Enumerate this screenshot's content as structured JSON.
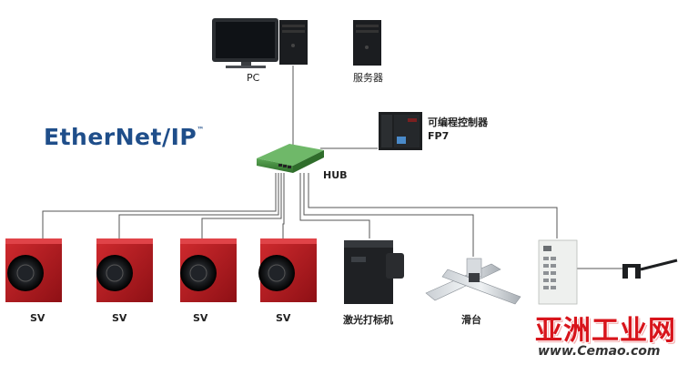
{
  "logo": {
    "text": "EtherNet/IP",
    "tm": "™"
  },
  "nodes": {
    "pc": "PC",
    "server": "服务器",
    "plc_line1": "可编程控制器",
    "plc_line2": "FP7",
    "hub": "HUB",
    "sv1": "SV",
    "sv2": "SV",
    "sv3": "SV",
    "sv4": "SV",
    "laser": "激光打标机",
    "slide": "滑台"
  },
  "watermark": {
    "text": "亚洲工业网",
    "url": "www.Cemao.com"
  },
  "colors": {
    "camera_red": "#b5191f",
    "hub_green": "#3f8b3a",
    "plc_dark": "#1d1f21",
    "logo_blue": "#1f4e8a",
    "watermark_red": "#d8141b"
  }
}
